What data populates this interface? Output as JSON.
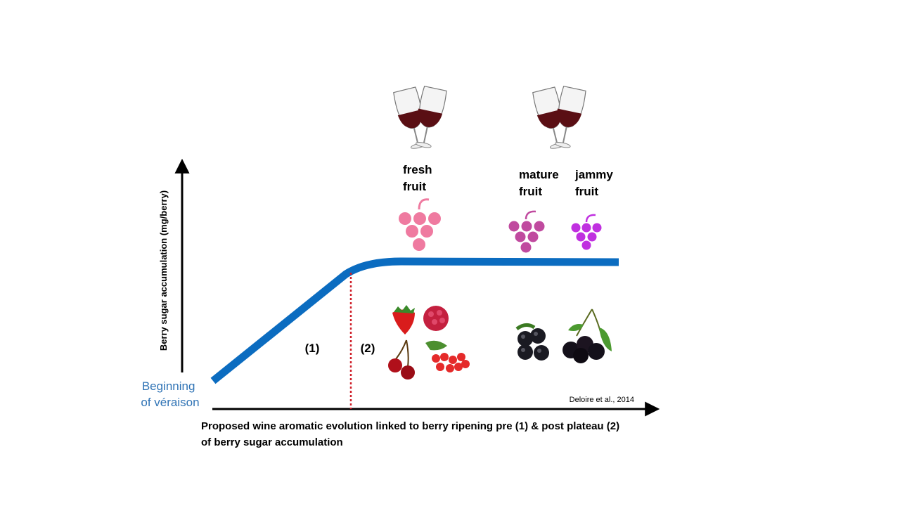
{
  "y_axis_label": "Berry sugar accumulation (mg/berry)",
  "start_label_line1": "Beginning",
  "start_label_line2": "of véraison",
  "phase1_label": "(1)",
  "phase2_label": "(2)",
  "stages": [
    {
      "line1": "fresh",
      "line2": "fruit"
    },
    {
      "line1": "mature",
      "line2": "fruit"
    },
    {
      "line1": "jammy",
      "line2": "fruit"
    }
  ],
  "citation": "Deloire  et al., 2014",
  "caption_line1": "Proposed wine aromatic evolution linked to berry ripening pre (1) & post plateau (2)",
  "caption_line2": "of berry sugar accumulation",
  "colors": {
    "curve": "#0b6cc0",
    "divider": "#d0202a",
    "start_label": "#2f73b5",
    "grape_fresh": "#ef7aa0",
    "grape_mature": "#c04a9f",
    "grape_jammy": "#c030e0"
  }
}
